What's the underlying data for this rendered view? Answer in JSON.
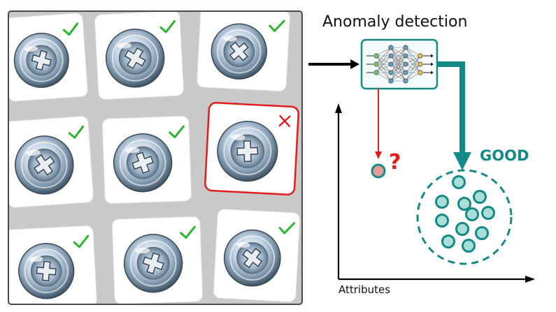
{
  "title": "Anomaly detection",
  "axis_label": "Attributes",
  "good_label": "GOOD",
  "unknown_label": "?",
  "colors": {
    "teal": "#138a86",
    "teal_light": "#a9ded6",
    "red": "#e11d1d",
    "anomaly_fill": "#e79b98",
    "check": "#2db42d",
    "grid_bg": "#c9c9c9",
    "tile_bg": "#ffffff"
  },
  "icons": [
    "screw-icon",
    "check-icon",
    "cross-icon",
    "neural-network-icon",
    "question-mark-icon"
  ],
  "screws": [
    {
      "status": "good"
    },
    {
      "status": "good"
    },
    {
      "status": "good"
    },
    {
      "status": "good"
    },
    {
      "status": "good"
    },
    {
      "status": "defect"
    },
    {
      "status": "good"
    },
    {
      "status": "good"
    },
    {
      "status": "good"
    }
  ]
}
